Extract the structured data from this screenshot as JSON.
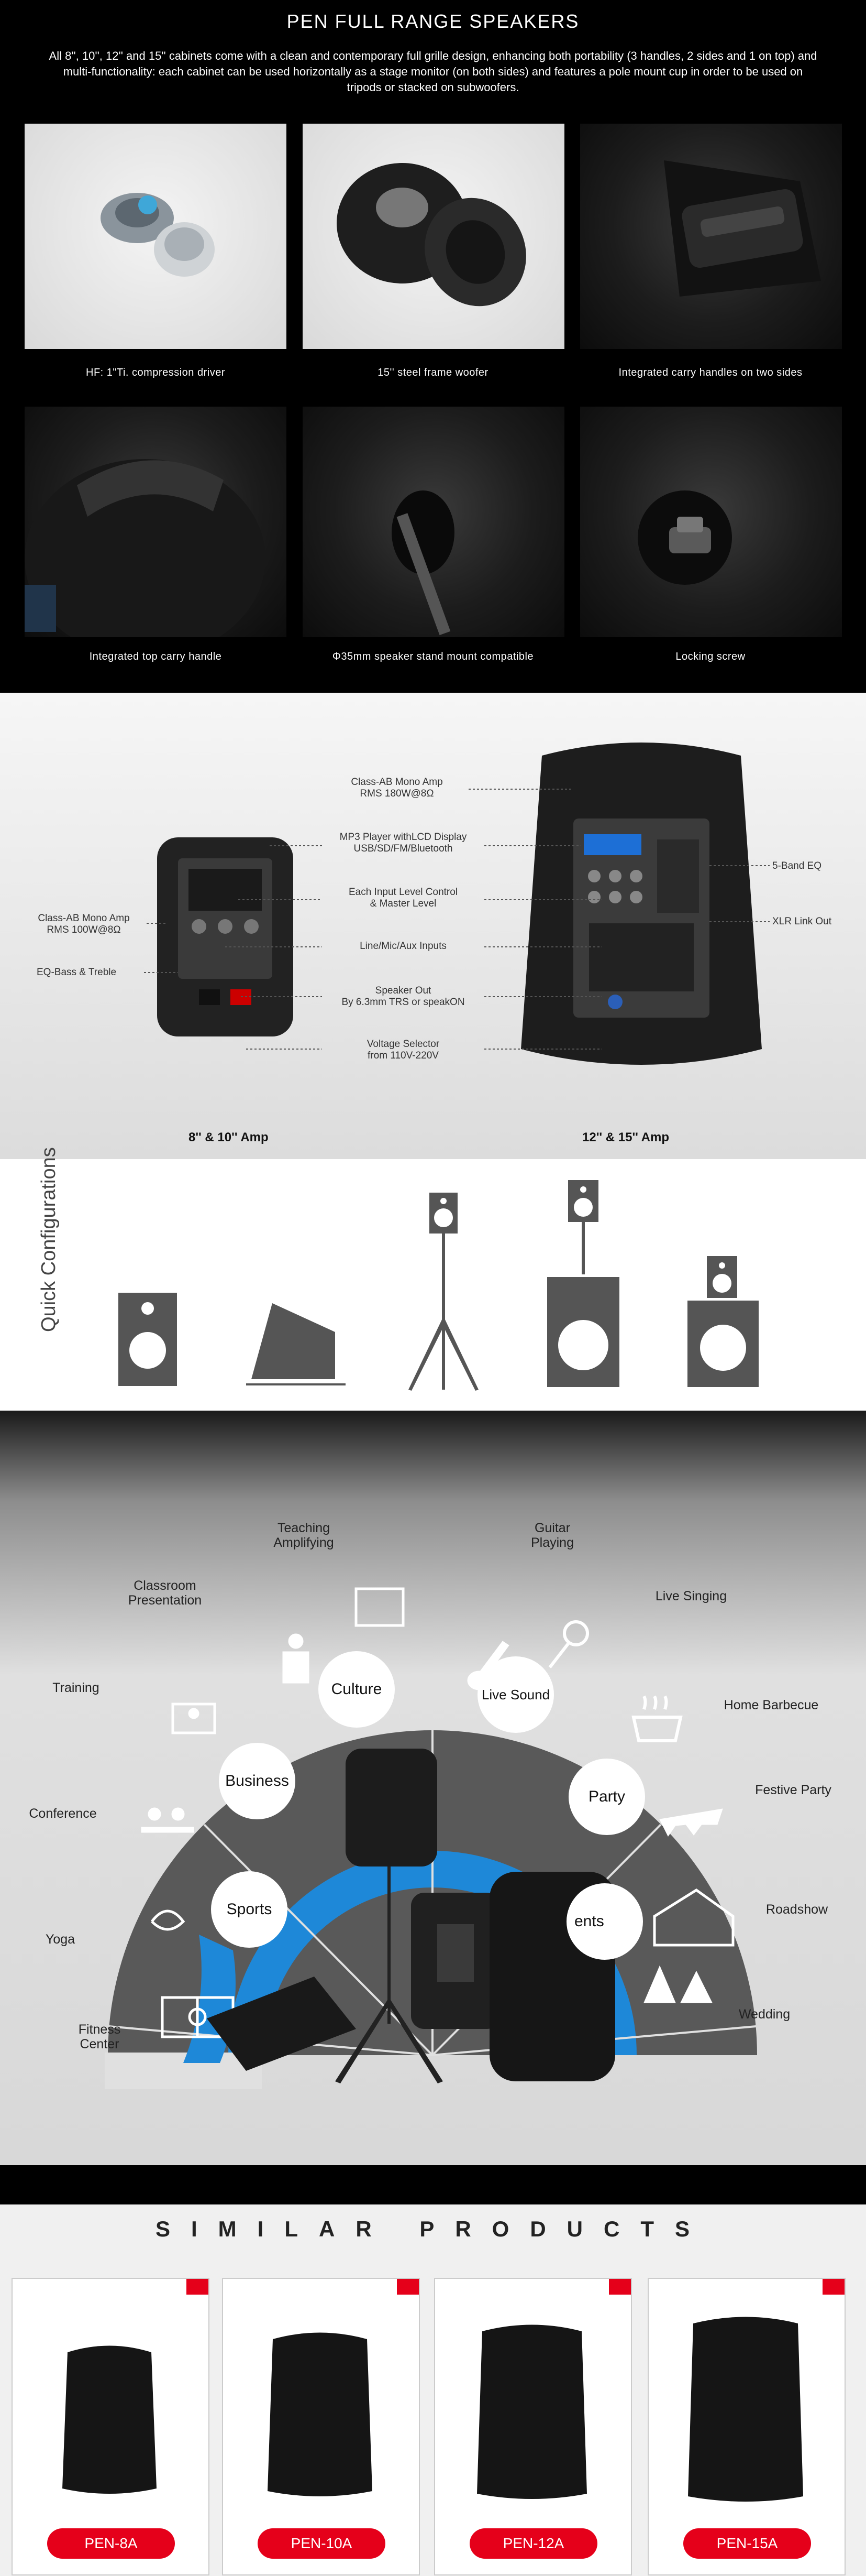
{
  "hero": {
    "title": "PEN FULL RANGE SPEAKERS",
    "description": "All 8'', 10'', 12'' and 15'' cabinets come with a clean and contemporary full grille design, enhancing both portability (3 handles, 2 sides and 1 on top) and multi-functionality: each cabinet can be used horizontally as a stage monitor (on both sides) and features a pole mount cup in order to be used on tripods or stacked on subwoofers.",
    "features": [
      {
        "caption": "HF: 1\"Ti. compression driver",
        "icon": "compression-driver"
      },
      {
        "caption": "15'' steel frame woofer",
        "icon": "woofer"
      },
      {
        "caption": "Integrated carry handles on two sides",
        "icon": "side-handle"
      },
      {
        "caption": "Integrated top carry handle",
        "icon": "top-handle"
      },
      {
        "caption": "Φ35mm speaker stand mount compatible",
        "icon": "stand-mount"
      },
      {
        "caption": "Locking screw",
        "icon": "locking-screw"
      }
    ]
  },
  "amp": {
    "labels": {
      "class_ab_large_1": "Class-AB Mono Amp",
      "class_ab_large_2": "RMS  180W@8Ω",
      "mp3_1": "MP3 Player withLCD Display",
      "mp3_2": "USB/SD/FM/Bluetooth",
      "level_1": "Each Input Level Control",
      "level_2": "& Master Level",
      "inputs": "Line/Mic/Aux Inputs",
      "out_1": "Speaker Out",
      "out_2": "By 6.3mm TRS or speakON",
      "volt_1": "Voltage Selector",
      "volt_2": "from 110V-220V",
      "class_ab_small_1": "Class-AB Mono Amp",
      "class_ab_small_2": "RMS  100W@8Ω",
      "eq_bass": "EQ-Bass & Treble",
      "eq_5band": "5-Band EQ",
      "xlr": "XLR Link Out"
    },
    "small_title": "8'' & 10'' Amp",
    "large_title": "12'' & 15'' Amp"
  },
  "quick": {
    "title": "Quick Configurations"
  },
  "apps": {
    "center_labels": [
      "Culture",
      "Live Sound",
      "Business",
      "Party",
      "Sports",
      "ents"
    ],
    "outer_labels": [
      {
        "key": "teaching",
        "l1": "Teaching",
        "l2": "Amplifying"
      },
      {
        "key": "guitar",
        "l1": "Guitar",
        "l2": "Playing"
      },
      {
        "key": "classroom",
        "l1": "Classroom",
        "l2": "Presentation"
      },
      {
        "key": "singing",
        "l1": "Live Singing",
        "l2": ""
      },
      {
        "key": "training",
        "l1": "Training",
        "l2": ""
      },
      {
        "key": "barbecue",
        "l1": "Home Barbecue",
        "l2": ""
      },
      {
        "key": "conference",
        "l1": "Conference",
        "l2": ""
      },
      {
        "key": "festive",
        "l1": "Festive Party",
        "l2": ""
      },
      {
        "key": "roadshow",
        "l1": "Roadshow",
        "l2": ""
      },
      {
        "key": "yoga",
        "l1": "Yoga",
        "l2": ""
      },
      {
        "key": "wedding",
        "l1": "Wedding",
        "l2": ""
      },
      {
        "key": "fitness",
        "l1": "Fitness",
        "l2": "Center"
      }
    ]
  },
  "similar": {
    "title": "SIMILAR PRODUCTS",
    "products": [
      {
        "name": "PEN-8A"
      },
      {
        "name": "PEN-10A"
      },
      {
        "name": "PEN-12A"
      },
      {
        "name": "PEN-15A"
      }
    ]
  },
  "colors": {
    "accent_red": "#e5001a",
    "accent_blue": "#1e88d8",
    "dark_grey": "#595959"
  }
}
